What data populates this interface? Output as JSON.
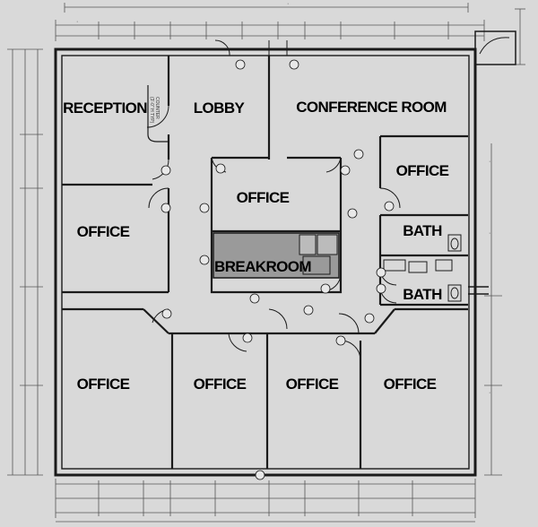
{
  "rooms": {
    "reception": "RECEPTION",
    "lobby": "LOBBY",
    "conference": "CONFERENCE ROOM",
    "office_ne": "OFFICE",
    "office_west": "OFFICE",
    "office_center": "OFFICE",
    "breakroom": "BREAKROOM",
    "bath_upper": "BATH",
    "bath_lower": "BATH",
    "office_s1": "OFFICE",
    "office_s2": "OFFICE",
    "office_s3": "OFFICE",
    "office_s4": "OFFICE"
  },
  "annotations": {
    "counter_note": "COUNTER",
    "counter_note2": "(3'-0\" H TYP)"
  },
  "colors": {
    "paper": "#d9d9d9",
    "wall": "#1a1a1a",
    "breakroom_fill": "#9a9a9a",
    "line": "#555555"
  }
}
